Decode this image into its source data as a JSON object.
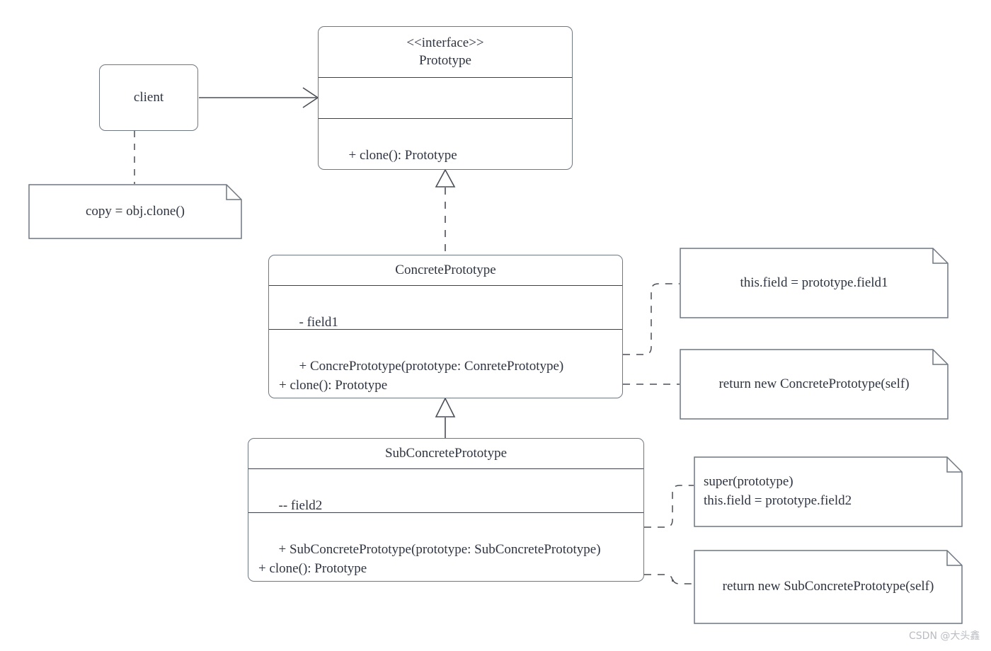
{
  "diagram": {
    "title": "Prototype design pattern UML class diagram",
    "colors": {
      "box_border": "#6f7780",
      "compartment_rule": "#3b4048",
      "connector": "#4a4f57",
      "text": "#2e3440",
      "background": "#ffffff",
      "watermark": "#b9bcc2"
    }
  },
  "classes": {
    "prototype": {
      "stereotype": "<<interface>>",
      "name": "Prototype",
      "attributes": "",
      "operations": "+ clone(): Prototype"
    },
    "concrete_prototype": {
      "name": "ConcretePrototype",
      "attributes": "- field1",
      "operations": "+ ConcrePrototype(prototype: ConretePrototype)\n+ clone(): Prototype"
    },
    "sub_concrete_prototype": {
      "name": "SubConcretePrototype",
      "attributes": "-- field2",
      "operations": "+ SubConcretePrototype(prototype: SubConcretePrototype)\n+ clone(): Prototype"
    }
  },
  "nodes": {
    "client": {
      "label": "client"
    }
  },
  "notes": {
    "client_note": {
      "text": "copy = obj.clone()",
      "align": "center"
    },
    "concrete_field_note": {
      "text": "this.field = prototype.field1",
      "align": "center"
    },
    "concrete_clone_note": {
      "text": "return new ConcretePrototype(self)",
      "align": "center"
    },
    "sub_field_note": {
      "text": "super(prototype)\nthis.field = prototype.field2",
      "align": "left"
    },
    "sub_clone_note": {
      "text": "return new SubConcretePrototype(self)",
      "align": "center"
    }
  },
  "edges": {
    "client_to_prototype": {
      "kind": "association",
      "arrowhead": "open",
      "style": "solid"
    },
    "client_to_note": {
      "kind": "note-anchor",
      "style": "dashed"
    },
    "concrete_realizes_prototype": {
      "kind": "realization",
      "arrowhead": "hollow-triangle",
      "style": "dashed"
    },
    "sub_extends_concrete": {
      "kind": "generalization",
      "arrowhead": "hollow-triangle",
      "style": "solid"
    },
    "concrete_to_field_note": {
      "kind": "note-anchor",
      "style": "dashed"
    },
    "concrete_to_clone_note": {
      "kind": "note-anchor",
      "style": "dashed"
    },
    "sub_to_field_note": {
      "kind": "note-anchor",
      "style": "dashed"
    },
    "sub_to_clone_note": {
      "kind": "note-anchor",
      "style": "dashed"
    }
  },
  "watermark": {
    "text": "CSDN @大头鑫"
  }
}
